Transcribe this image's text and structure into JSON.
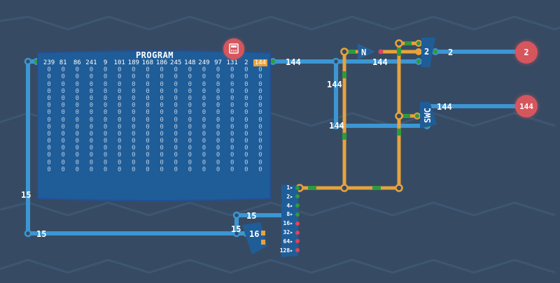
{
  "program": {
    "title": "PROGRAM",
    "header_row": [
      "239",
      "81",
      "86",
      "241",
      "9",
      "101",
      "189",
      "168",
      "186",
      "245",
      "148",
      "249",
      "97",
      "131",
      "2",
      "144"
    ],
    "highlight_index": 15,
    "zero_rows": 15,
    "zero_value": "0"
  },
  "icons": {
    "program_button": "calculator-icon"
  },
  "wires": {
    "program_out": "144",
    "bus_top": "144",
    "bus_vertical": "144",
    "bus_mid": "144",
    "left_vertical": "15",
    "left_bottom": "15",
    "counter_in_top": "15",
    "counter_in_left": "15",
    "out_top": "2",
    "out_mid": "144"
  },
  "components": {
    "not_gate_label": "N",
    "selector_top_label": "2",
    "switch_label": "SWC",
    "counter_label": "16"
  },
  "outputs": {
    "top_value": "2",
    "mid_value": "144"
  },
  "byte_splitter": {
    "bits": [
      {
        "label": "1",
        "state": "on"
      },
      {
        "label": "2",
        "state": "on"
      },
      {
        "label": "4",
        "state": "on"
      },
      {
        "label": "8",
        "state": "on"
      },
      {
        "label": "16",
        "state": "off"
      },
      {
        "label": "32",
        "state": "off"
      },
      {
        "label": "64",
        "state": "off"
      },
      {
        "label": "128",
        "state": "off"
      }
    ]
  },
  "colors": {
    "background": "#364b63",
    "wire_byte": "#3c96d4",
    "wire_bit": "#e8a23c",
    "signal_on": "#2e9a3e",
    "signal_off": "#e0425c",
    "component": "#1f5d99",
    "output_node": "#d6565e"
  }
}
